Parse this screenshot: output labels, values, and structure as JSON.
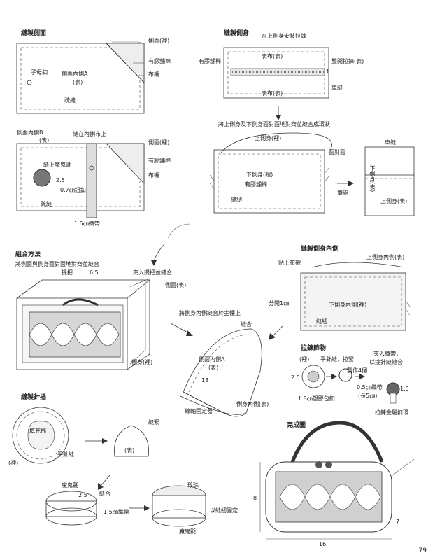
{
  "s1": {
    "title": "縫製側面",
    "lining": "側面(裡)",
    "interfacing": "有膠舖棉",
    "cloth": "布襯",
    "snap": "子母釦",
    "sideA": "側面內側A",
    "sideA_face": "(表)",
    "stitch": "疏縫"
  },
  "s2": {
    "sideB": "側面內側B",
    "sideB_face": "(表)",
    "sew_on_lining": "縫在內側布上",
    "lining": "側面(裡)",
    "interfacing": "有膠舖棉",
    "cloth": "布襯",
    "sew_button": "縫上魔鬼氈",
    "dim": "2.5",
    "snap": "0.7㎝鈕釦",
    "stitch": "疏縫",
    "band": "1.5㎝織帶"
  },
  "s3": {
    "title": "縫製側身",
    "zip_note": "在上側身安裝拉鍊",
    "outer": "表布(表)",
    "interfacing": "有膠舖棉",
    "double_zip": "雙開拉鍊(表)",
    "num": "1",
    "stitch": "車縫",
    "outer2": "表布(表)"
  },
  "s4": {
    "instruction": "將上側身及下側身面對面地對齊並縫合成環狀",
    "upper": "上側身(裡)",
    "face": "面對面",
    "lower": "下側身(裡)",
    "interfacing": "有膠舖棉",
    "seam": "縫紉",
    "open": "攤開",
    "stitch": "車縫",
    "lower_side": "下側身(表)",
    "upper_side": "上側身(表)"
  },
  "s5": {
    "title": "組合方法",
    "instruction": "將側面與側身面對面地對齊並縫合",
    "handle": "提把",
    "dim": "6.5",
    "insert": "夾入提把並縫合",
    "side": "側面(表)",
    "body": "側身(裡)"
  },
  "s6": {
    "title": "縫製側身內側",
    "upper": "上側身內側(表)",
    "cloth": "貼上布襯",
    "gap": "分開1㎝",
    "lower": "下側身內側(裡)",
    "seam": "縫紉"
  },
  "s7": {
    "note": "將側身內側縫合於主體上",
    "seam": "縫合",
    "sideA": "側面內側A",
    "sideA_face": "(表)",
    "dim": "18",
    "holder": "線軸固定器",
    "inner": "側身內側(表)"
  },
  "s8": {
    "title": "拉鍊飾物",
    "lining": "(裡)",
    "flat": "平針縫，拉緊",
    "make": "製作4個",
    "hook": "夾入織帶，",
    "hook2": "以挑針縫縫合",
    "dim": "2.5",
    "button": "1.8㎝塑膠包釦",
    "band": "0.5㎝織帶",
    "band_len": "(長5㎝)",
    "dim2": "1.5",
    "zip_ring": "拉鍊金屬扣環"
  },
  "s9": {
    "title": "縫製針插",
    "fill": "填充棉",
    "tighten": "縫緊",
    "stitch": "平針縫",
    "lining": "(裡)",
    "face": "(表)",
    "velcro": "魔鬼氈",
    "dim": "2.5",
    "sew": "縫合",
    "band": "1.5㎝織帶",
    "pearl": "珍珠",
    "fix": "以縫紉固定",
    "velcro2": "魔鬼氈"
  },
  "s10": {
    "title": "完成圖",
    "h": "8",
    "w": "16",
    "d": "7"
  },
  "page": "79",
  "colors": {
    "ink": "#333333",
    "fill": "#dddddd",
    "accent": "#888888"
  }
}
